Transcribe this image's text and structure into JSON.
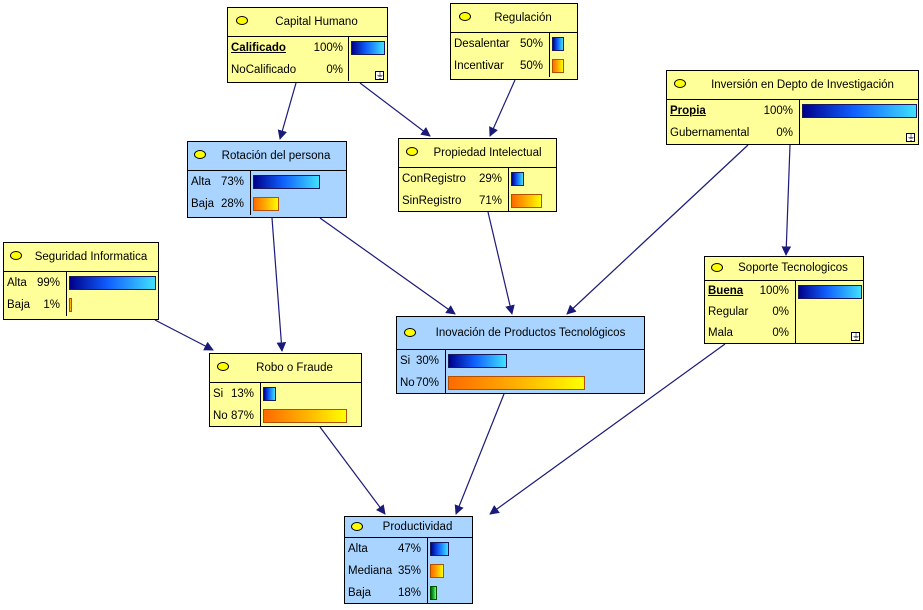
{
  "nodes": {
    "capital": {
      "title": "Capital Humano",
      "states": [
        {
          "label": "Calificado",
          "pct": "100%",
          "value": 100,
          "bold": true
        },
        {
          "label": "NoCalificado",
          "pct": "0%",
          "value": 0
        }
      ]
    },
    "regulacion": {
      "title": "Regulación",
      "states": [
        {
          "label": "Desalentar",
          "pct": "50%",
          "value": 50
        },
        {
          "label": "Incentivar",
          "pct": "50%",
          "value": 50
        }
      ]
    },
    "inversion": {
      "title": "Inversión en Depto de Investigación",
      "states": [
        {
          "label": "Propia",
          "pct": "100%",
          "value": 100,
          "bold": true
        },
        {
          "label": "Gubernamental",
          "pct": "0%",
          "value": 0
        }
      ]
    },
    "rotacion": {
      "title": "Rotación del persona",
      "states": [
        {
          "label": "Alta",
          "pct": "73%",
          "value": 73
        },
        {
          "label": "Baja",
          "pct": "28%",
          "value": 28
        }
      ]
    },
    "propiedad": {
      "title": "Propiedad Intelectual",
      "states": [
        {
          "label": "ConRegistro",
          "pct": "29%",
          "value": 29
        },
        {
          "label": "SinRegistro",
          "pct": "71%",
          "value": 71
        }
      ]
    },
    "seguridad": {
      "title": "Seguridad Informatica",
      "states": [
        {
          "label": "Alta",
          "pct": "99%",
          "value": 99
        },
        {
          "label": "Baja",
          "pct": "1%",
          "value": 1
        }
      ]
    },
    "soporte": {
      "title": "Soporte Tecnologicos",
      "states": [
        {
          "label": "Buena",
          "pct": "100%",
          "value": 100,
          "bold": true
        },
        {
          "label": "Regular",
          "pct": "0%",
          "value": 0
        },
        {
          "label": "Mala",
          "pct": "0%",
          "value": 0
        }
      ]
    },
    "inovacion": {
      "title": "Inovación de Productos Tecnológicos",
      "states": [
        {
          "label": "Si",
          "pct": "30%",
          "value": 30
        },
        {
          "label": "No",
          "pct": "70%",
          "value": 70
        }
      ]
    },
    "robo": {
      "title": "Robo o Fraude",
      "states": [
        {
          "label": "Si",
          "pct": "13%",
          "value": 13
        },
        {
          "label": "No",
          "pct": "87%",
          "value": 87
        }
      ]
    },
    "productividad": {
      "title": "Productividad",
      "states": [
        {
          "label": "Alta",
          "pct": "47%",
          "value": 47
        },
        {
          "label": "Mediana",
          "pct": "35%",
          "value": 35
        },
        {
          "label": "Baja",
          "pct": "18%",
          "value": 18
        }
      ]
    }
  },
  "colors": {
    "edge": "#1a1a7a",
    "node_yellow": "#ffff99",
    "node_blue": "#a8d4ff"
  }
}
